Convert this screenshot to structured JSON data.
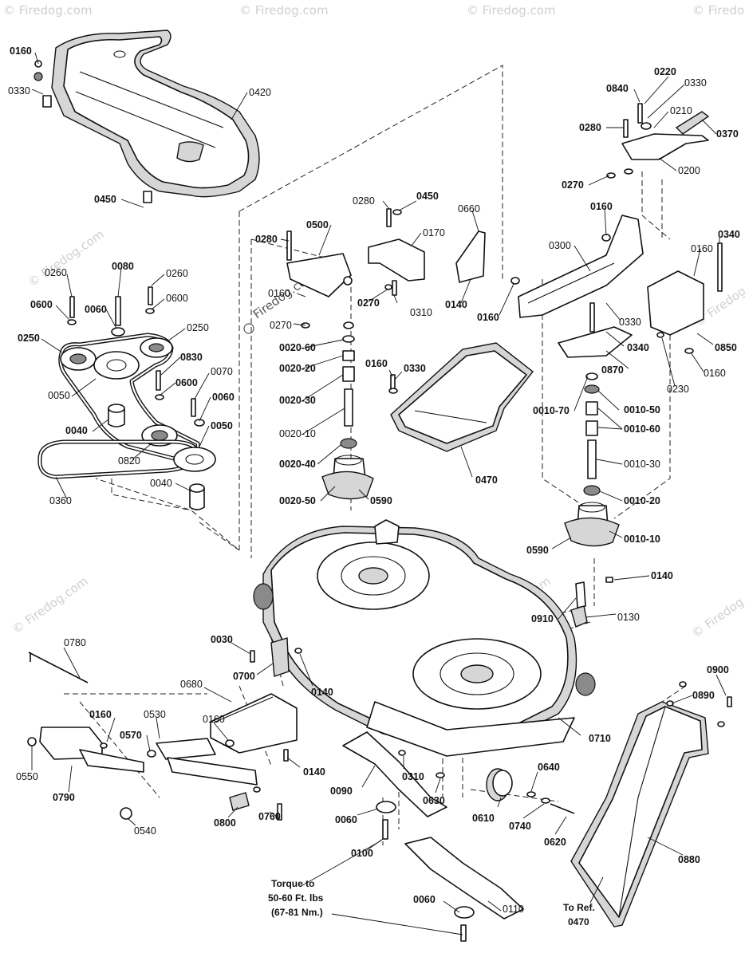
{
  "watermark": {
    "text": "© Firedog.com",
    "center_text": "Firedog.com",
    "copyright_symbol": "©"
  },
  "callouts": {
    "c0160a": "0160",
    "c0330a": "0330",
    "c0420": "0420",
    "c0450a": "0450",
    "c0840": "0840",
    "c0220": "0220",
    "c0330b": "0330",
    "c0210": "0210",
    "c0370": "0370",
    "c0280a": "0280",
    "c0200": "0200",
    "c0270a": "0270",
    "c0160b": "0160",
    "c0280b": "0280",
    "c0450b": "0450",
    "c0660": "0660",
    "c0170": "0170",
    "c0500": "0500",
    "c0280c": "0280",
    "c0160c": "0160",
    "c0270b": "0270",
    "c0270c": "0270",
    "c0310a": "0310",
    "c0140a": "0140",
    "c0300": "0300",
    "c0160d": "0160",
    "c0340a": "0340",
    "c0160e": "0160",
    "c0330c": "0330",
    "c0340b": "0340",
    "c0850": "0850",
    "c0870": "0870",
    "c0160f": "0160",
    "c0230": "0230",
    "c0260a": "0260",
    "c0080": "0080",
    "c0260b": "0260",
    "c0600a": "0600",
    "c0060a": "0060",
    "c0600b": "0600",
    "c0250a": "0250",
    "c0250b": "0250",
    "c0830": "0830",
    "c0050a": "0050",
    "c0070": "0070",
    "c0600c": "0600",
    "c0060b": "0060",
    "c0040a": "0040",
    "c0050b": "0050",
    "c0820": "0820",
    "c0360": "0360",
    "c0040b": "0040",
    "c0020_60": "0020-60",
    "c0020_20": "0020-20",
    "c0020_30": "0020-30",
    "c0020_10": "0020-10",
    "c0020_40": "0020-40",
    "c0020_50": "0020-50",
    "c0590a": "0590",
    "c0160g": "0160",
    "c0330d": "0330",
    "c0470": "0470",
    "c0010_70": "0010-70",
    "c0010_50": "0010-50",
    "c0010_60": "0010-60",
    "c0010_30": "0010-30",
    "c0010_20": "0010-20",
    "c0010_10": "0010-10",
    "c0590b": "0590",
    "c0140b": "0140",
    "c0910": "0910",
    "c0130": "0130",
    "c0780": "0780",
    "c0030": "0030",
    "c0700": "0700",
    "c0140c": "0140",
    "c0680": "0680",
    "c0160h": "0160",
    "c0530": "0530",
    "c0570": "0570",
    "c0160i": "0160",
    "c0550": "0550",
    "c0790": "0790",
    "c0540": "0540",
    "c0800": "0800",
    "c0760": "0760",
    "c0140d": "0140",
    "c0710": "0710",
    "c0900": "0900",
    "c0890": "0890",
    "c0310b": "0310",
    "c0090": "0090",
    "c0630": "0630",
    "c0610": "0610",
    "c0640": "0640",
    "c0740": "0740",
    "c0620": "0620",
    "c0060c": "0060",
    "c0100": "0100",
    "c0880": "0880",
    "c0110": "0110",
    "c0060d": "0060"
  },
  "notes": {
    "torque_line1": "Torque to",
    "torque_line2": "50-60 Ft. lbs",
    "torque_line3": "(67-81 Nm.)",
    "ref_line1": "To Ref.",
    "ref_line2": "0470"
  }
}
